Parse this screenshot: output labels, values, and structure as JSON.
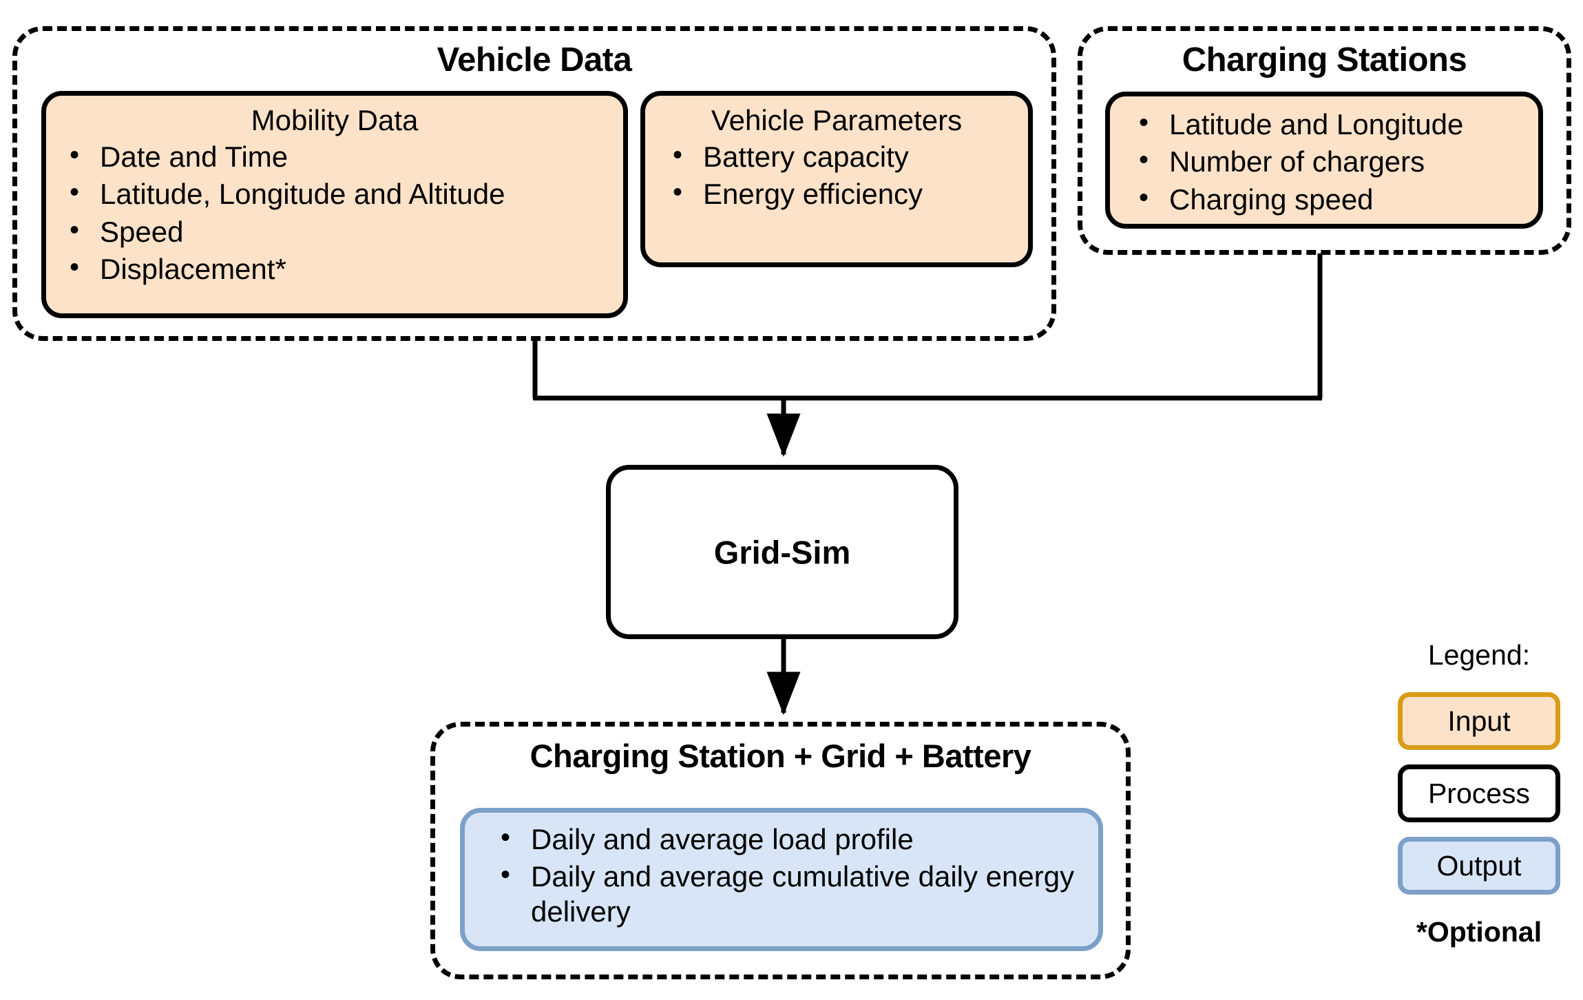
{
  "diagram": {
    "groups": {
      "vehicle_data": {
        "title": "Vehicle Data",
        "boxes": {
          "mobility": {
            "title": "Mobility Data",
            "items": [
              "Date and Time",
              "Latitude, Longitude and Altitude",
              "Speed",
              "Displacement*"
            ]
          },
          "vehicle_parameters": {
            "title": "Vehicle Parameters",
            "items": [
              "Battery capacity",
              "Energy efficiency"
            ]
          }
        }
      },
      "charging_stations": {
        "title": "Charging Stations",
        "boxes": {
          "station_data": {
            "title": "",
            "items": [
              "Latitude and Longitude",
              "Number of chargers",
              "Charging speed"
            ]
          }
        }
      },
      "results": {
        "title": "Charging Station + Grid + Battery",
        "boxes": {
          "outputs": {
            "title": "",
            "items": [
              "Daily and average load profile",
              "Daily and average cumulative daily energy delivery"
            ]
          }
        }
      }
    },
    "process": {
      "label": "Grid-Sim"
    }
  },
  "legend": {
    "title": "Legend:",
    "entries": [
      {
        "label": "Input",
        "fill": "#fce2c8",
        "stroke": "#d99c17"
      },
      {
        "label": "Process",
        "fill": "#ffffff",
        "stroke": "#000000"
      },
      {
        "label": "Output",
        "fill": "#d7e5f7",
        "stroke": "#7da0c8"
      }
    ],
    "note": "*Optional"
  }
}
